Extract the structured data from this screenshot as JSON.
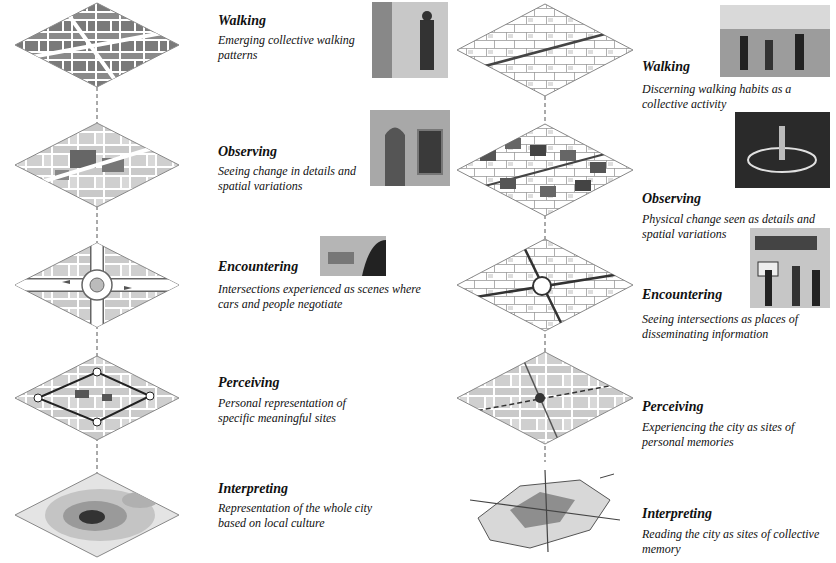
{
  "diagram": {
    "labels": [
      "Walking",
      "Emerging collective walking patterns",
      "Observing",
      "Seeing change in details and spatial variations",
      "Encountering",
      "Intersections experienced as scenes where cars and people negotiate",
      "Perceiving",
      "Personal representation of specific meaningful sites",
      "Interpreting",
      "Representation of the whole city based on local culture",
      "Walking",
      "Discerning walking habits as a collective activity",
      "Observing",
      "Physical change seen as details and spatial variations",
      "Encountering",
      "Seeing intersections as places of disseminating information",
      "Perceiving",
      "Experiencing the city as sites of personal memories",
      "Interpreting",
      "Reading the city as sites of collective memory"
    ]
  }
}
